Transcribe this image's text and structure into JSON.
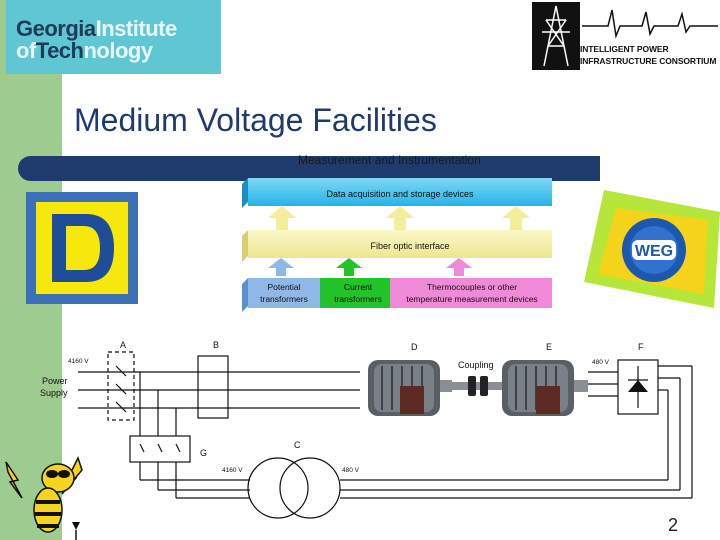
{
  "slide": {
    "title": "Medium Voltage Facilities",
    "page_number": "2"
  },
  "logos": {
    "gt_line1_dark": "Georgia",
    "gt_line1_light": "Institute",
    "gt_line2_light": "of",
    "gt_line2_dark": "Tech",
    "gt_line2_light2": "nology",
    "ipic_line1": "INTELLIGENT POWER",
    "ipic_line2": "INFRASTRUCTURE CONSORTIUM",
    "weg_text": "WEG"
  },
  "measurement_diagram": {
    "caption": "Measurement and Instrumentation",
    "top_box": "Data acquisition and storage devices",
    "middle_box": "Fiber optic interface",
    "bottom_boxes": [
      {
        "line1": "Potential",
        "line2": "transformers"
      },
      {
        "line1": "Current",
        "line2": "transformers"
      },
      {
        "line1": "Thermocouples or other",
        "line2": "temperature measurement devices"
      }
    ],
    "colors": {
      "cyan": "#3fc0ea",
      "yellow": "#f4f0a0",
      "blue": "#8fb8e8",
      "green": "#22c42a",
      "pink": "#f08ad8",
      "navy": "#1f3b6e"
    }
  },
  "wiring_diagram": {
    "labels": {
      "A": "A",
      "B": "B",
      "C": "C",
      "D": "D",
      "E": "E",
      "F": "F",
      "G": "G"
    },
    "voltage_left": "4160 V",
    "voltage_right": "480 V",
    "voltage_transformer_left": "4160 V",
    "voltage_transformer_right": "480 V",
    "power_supply_line1": "Power",
    "power_supply_line2": "Supply",
    "coupling": "Coupling"
  }
}
